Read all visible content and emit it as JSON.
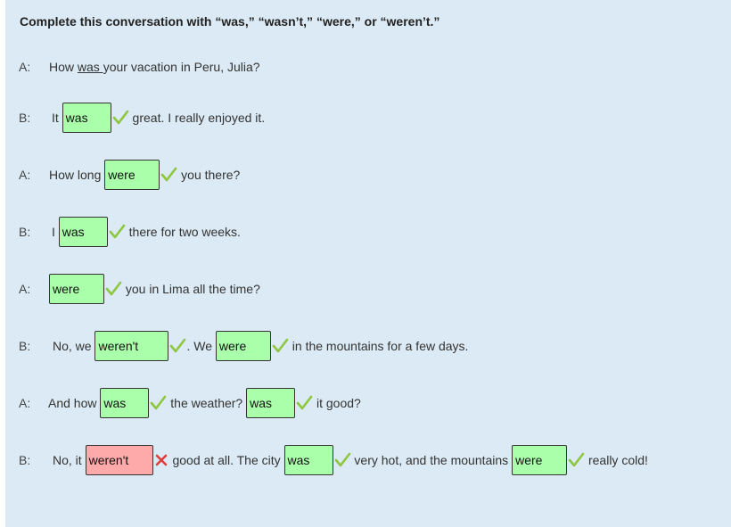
{
  "instruction": "Complete this conversation with “was,” “wasn’t,” “were,” or “weren’t.”",
  "lines": [
    {
      "speaker": "A:",
      "pre": "How ",
      "example": "was ",
      "post": "your vacation in Peru, Julia?"
    },
    {
      "speaker": "B:",
      "t1": "It ",
      "a1": "was",
      "t2": " great. I really enjoyed it."
    },
    {
      "speaker": "A:",
      "t1": "How long ",
      "a1": "were",
      "t2": " you there?"
    },
    {
      "speaker": "B:",
      "t1": "I ",
      "a1": "was",
      "t2": " there for two weeks."
    },
    {
      "speaker": "A:",
      "a1": "were",
      "t2": " you in Lima all the time?"
    },
    {
      "speaker": "B:",
      "t1": "No, we ",
      "a1": "weren't",
      "t2": ". We ",
      "a2": "were",
      "t3": " in the mountains for a few days."
    },
    {
      "speaker": "A:",
      "t1": "And how ",
      "a1": "was",
      "t2": " the weather? ",
      "a2": "was",
      "t3": " it good?"
    },
    {
      "speaker": "B:",
      "t1": "No, it ",
      "a1": "weren't",
      "t2": " good at all. The city ",
      "a2": "was",
      "t3": " very hot, and the mountains ",
      "a3": "were",
      "t4": " really cold!"
    }
  ],
  "colors": {
    "panel_bg": "#dbeaf4",
    "correct_bg": "#aaffaa",
    "wrong_bg": "#ffaaaa",
    "check": "#8dc63f",
    "cross": "#e03c3c"
  },
  "icons": {
    "correct": "check-icon",
    "wrong": "cross-icon"
  }
}
